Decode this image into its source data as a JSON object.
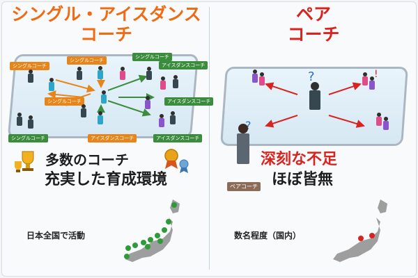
{
  "left": {
    "title_line1": "シングル・アイスダンス",
    "title_line2": "コーチ",
    "tags": [
      "シングルコーチ",
      "シングルコーチ",
      "シングルコーチ",
      "アイスダンスコーチ",
      "シングルコーチ",
      "アイスダンスコーチ",
      "シングルコーチ",
      "アイスダンスコーチ",
      "アイスダンスコーチ"
    ],
    "headline1": "多数のコーチ",
    "headline2": "充実した育成環境",
    "caption": "日本全国で活動",
    "colors": {
      "title": "#ef6a12",
      "single_tag": "#e8851a",
      "dance_tag": "#3c8c3e"
    }
  },
  "right": {
    "title_line1": "ペア",
    "title_line2": "コーチ",
    "coach_tag": "ペアコーチ",
    "headline1": "深刻な不足",
    "headline2": "ほぼ皆無",
    "caption": "数名程度（国内）",
    "colors": {
      "title": "#d9231e",
      "coach_tag": "#8b6b58"
    }
  }
}
